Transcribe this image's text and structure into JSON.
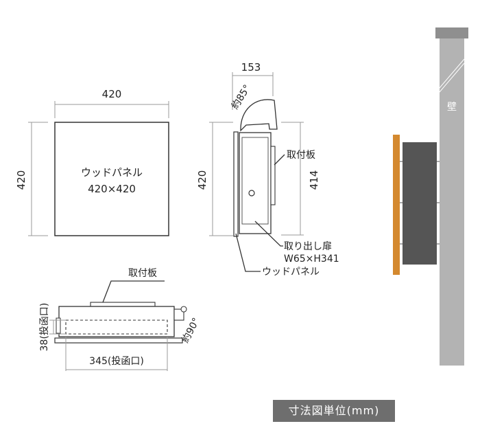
{
  "front_view": {
    "width_dim": "420",
    "height_dim": "420",
    "panel_title": "ウッドパネル",
    "panel_size": "420×420"
  },
  "side_view": {
    "depth_dim": "153",
    "angle_label": "約85°",
    "height_dim": "420",
    "inner_height_dim": "414",
    "mount_plate_label": "取付板",
    "door_label": "取り出し扉",
    "door_size": "W65×H341",
    "wood_panel_label": "ウッドパネル"
  },
  "top_view": {
    "mount_plate_label": "取付板",
    "slot_height_dim": "38(投函口)",
    "slot_width_dim": "345(投函口)",
    "open_angle_label": "約90°"
  },
  "wall_view": {
    "wall_label": "壁",
    "colors": {
      "wall": "#b3b3b3",
      "wall_cap": "#8f8f8f",
      "wood": "#d4892f",
      "box": "#555555"
    }
  },
  "unit_note": "寸法図単位(mm)"
}
